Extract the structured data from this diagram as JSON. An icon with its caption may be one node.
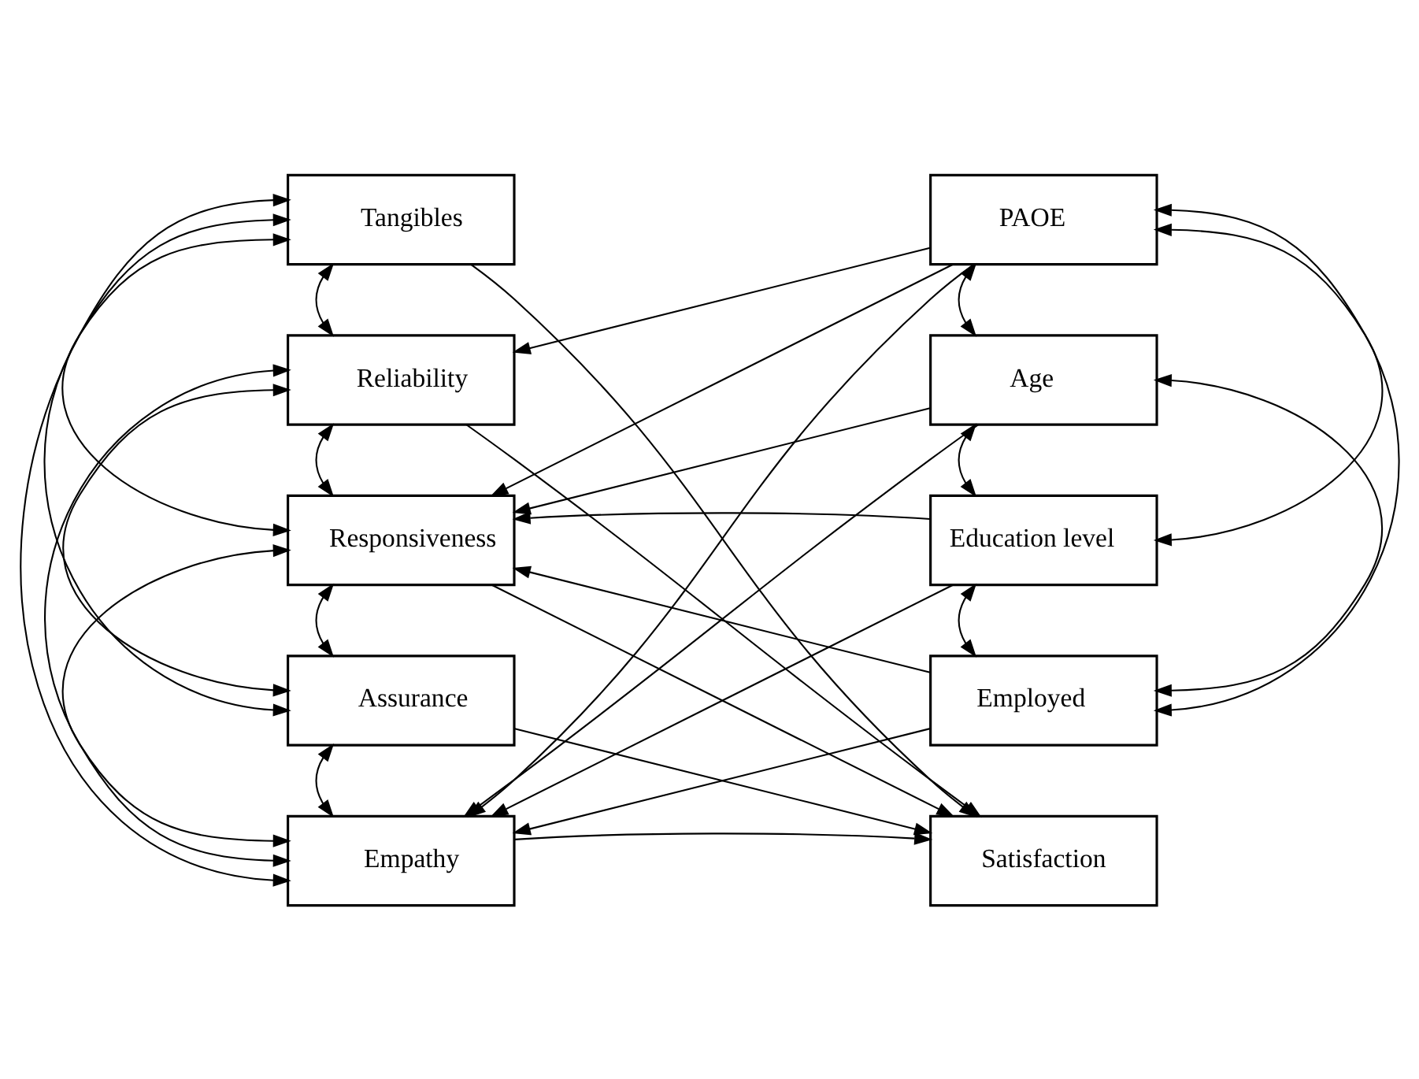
{
  "diagram": {
    "nodes": [
      {
        "text": [
          "Tangibles"
        ]
      },
      {
        "text": [
          "Reliability"
        ]
      },
      {
        "text": [
          "Responsiveness"
        ]
      },
      {
        "text": [
          "Assurance"
        ]
      },
      {
        "text": [
          "Empathy"
        ]
      },
      {
        "text": [
          "PAOE"
        ]
      },
      {
        "text": [
          "Age"
        ]
      },
      {
        "text": [
          "Education level"
        ]
      },
      {
        "text": [
          "Employed"
        ]
      },
      {
        "text": [
          "Satisfaction"
        ]
      }
    ],
    "edges": [
      {
        "from": 0,
        "to": 9,
        "arrow": "to"
      },
      {
        "from": 1,
        "to": 9,
        "arrow": "to"
      },
      {
        "from": 2,
        "to": 9,
        "arrow": "to"
      },
      {
        "from": 3,
        "to": 9,
        "arrow": "to"
      },
      {
        "from": 4,
        "to": 9,
        "arrow": "to"
      },
      {
        "from": 5,
        "to": 1,
        "arrow": "to"
      },
      {
        "from": 5,
        "to": 2,
        "arrow": "to"
      },
      {
        "from": 5,
        "to": 4,
        "arrow": "to"
      },
      {
        "from": 6,
        "to": 2,
        "arrow": "to"
      },
      {
        "from": 6,
        "to": 4,
        "arrow": "to"
      },
      {
        "from": 7,
        "to": 2,
        "arrow": "to"
      },
      {
        "from": 7,
        "to": 4,
        "arrow": "to"
      },
      {
        "from": 8,
        "to": 2,
        "arrow": "to"
      },
      {
        "from": 8,
        "to": 4,
        "arrow": "to"
      },
      {
        "from": 0,
        "to": 1,
        "arrow": "both"
      },
      {
        "from": 0,
        "to": 2,
        "arrow": "both"
      },
      {
        "from": 0,
        "to": 3,
        "arrow": "both"
      },
      {
        "from": 0,
        "to": 4,
        "arrow": "both"
      },
      {
        "from": 1,
        "to": 2,
        "arrow": "both"
      },
      {
        "from": 1,
        "to": 3,
        "arrow": "both"
      },
      {
        "from": 1,
        "to": 4,
        "arrow": "both"
      },
      {
        "from": 2,
        "to": 3,
        "arrow": "both"
      },
      {
        "from": 2,
        "to": 4,
        "arrow": "both"
      },
      {
        "from": 3,
        "to": 4,
        "arrow": "both"
      },
      {
        "from": 5,
        "to": 6,
        "arrow": "both"
      },
      {
        "from": 5,
        "to": 7,
        "arrow": "both"
      },
      {
        "from": 5,
        "to": 8,
        "arrow": "both"
      },
      {
        "from": 6,
        "to": 7,
        "arrow": "both"
      },
      {
        "from": 6,
        "to": 8,
        "arrow": "both"
      },
      {
        "from": 7,
        "to": 8,
        "arrow": "both"
      }
    ]
  }
}
